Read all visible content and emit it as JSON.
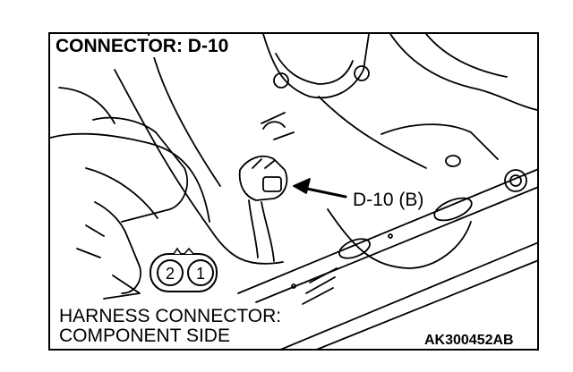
{
  "title": "CONNECTOR: D-10",
  "callout_label": "D-10 (B)",
  "harness_line1": "HARNESS CONNECTOR:",
  "harness_line2": "COMPONENT SIDE",
  "figure_code": "AK300452AB",
  "connector_pins": [
    "2",
    "1"
  ]
}
